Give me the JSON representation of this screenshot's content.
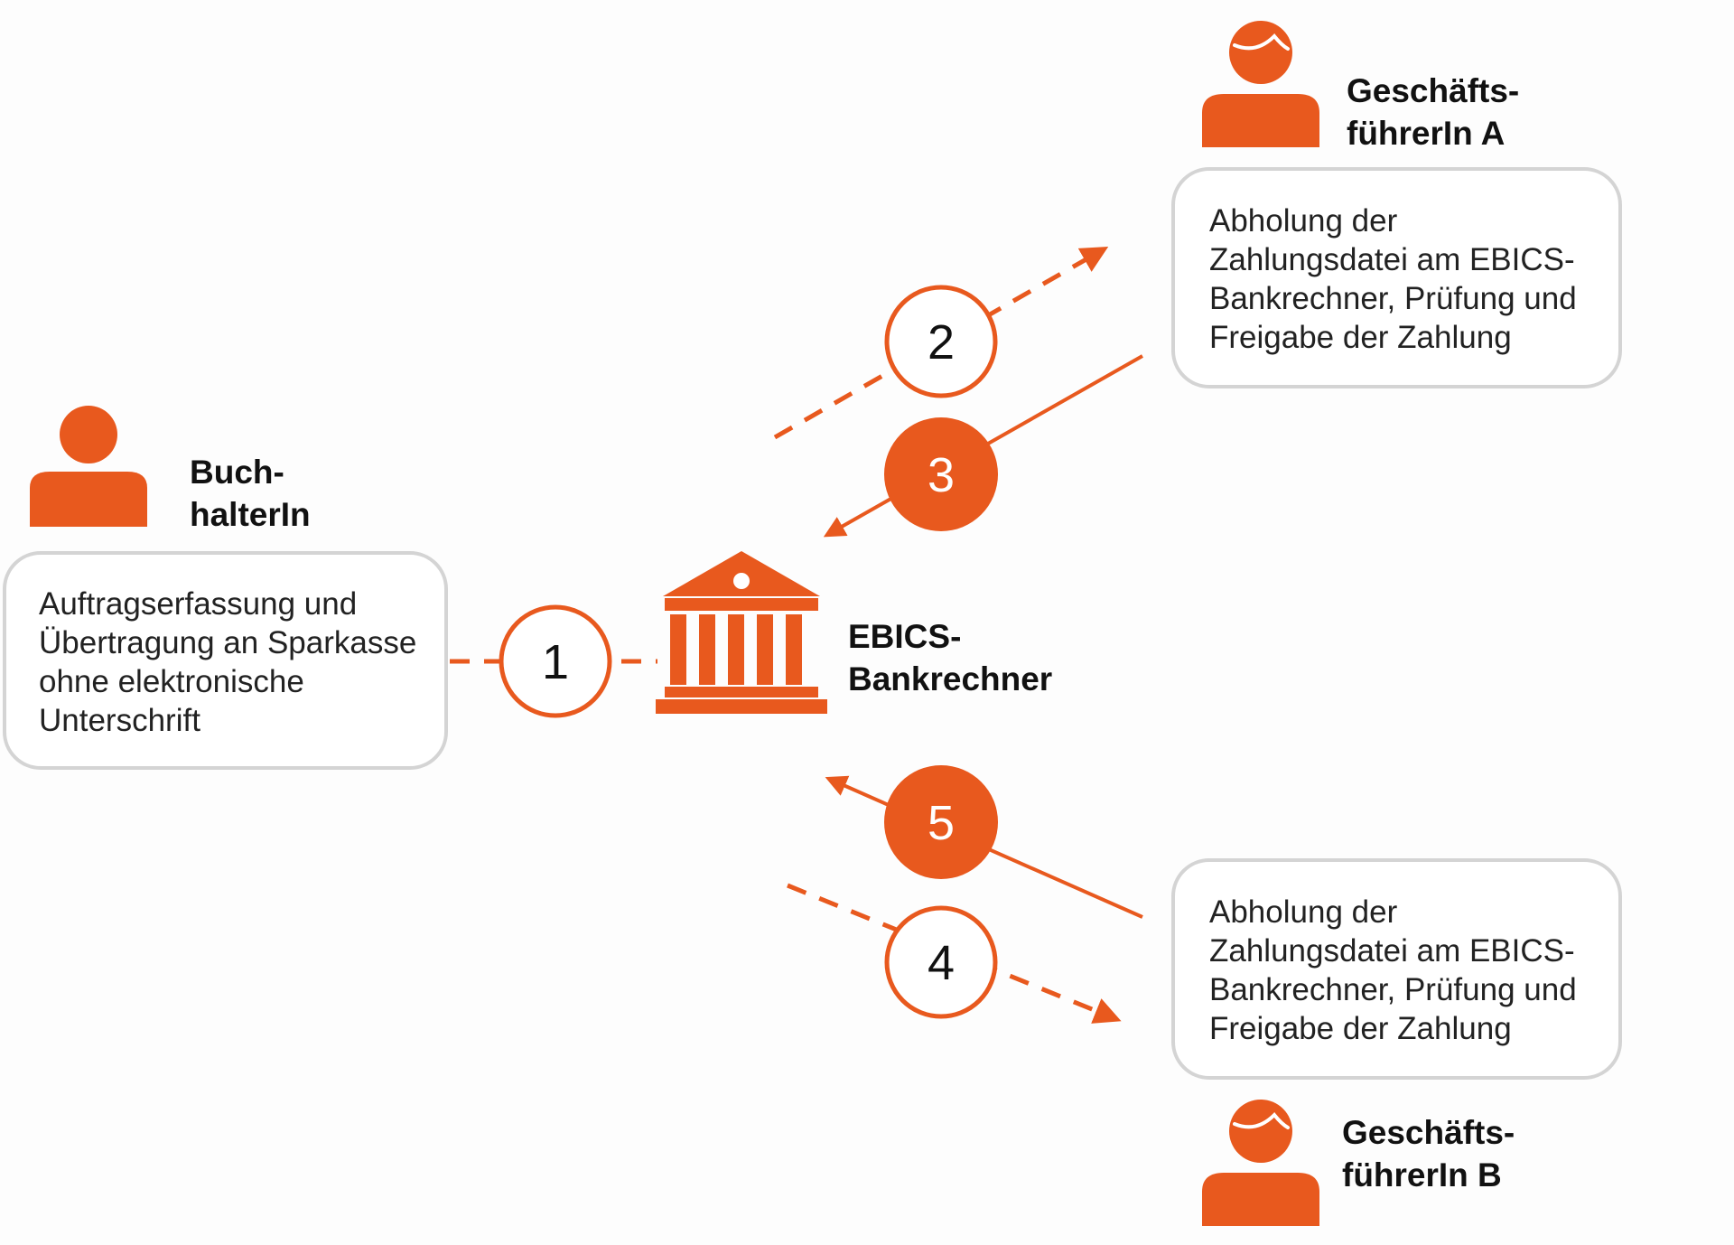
{
  "diagram": {
    "accent_color": "#e8591e",
    "box_border_color": "#d4d4d4",
    "actors": {
      "bookkeeper": {
        "name": "Buch-\nhalterIn",
        "icon": "person-icon"
      },
      "director_a": {
        "name": "Geschäfts-\nführerIn A",
        "icon": "person-icon"
      },
      "director_b": {
        "name": "Geschäfts-\nführerIn B",
        "icon": "person-icon"
      },
      "bank": {
        "name": "EBICS-\nBankrechner",
        "icon": "bank-building-icon"
      }
    },
    "boxes": {
      "bookkeeper_task": "Auftragserfassung und\nÜbertragung an Sparkasse\nohne elektronische\nUnterschrift",
      "director_a_task": "Abholung der\nZahlungsdatei am EBICS-\nBankrechner, Prüfung und\nFreigabe der Zahlung",
      "director_b_task": "Abholung der\nZahlungsdatei am EBICS-\nBankrechner, Prüfung und\nFreigabe der Zahlung"
    },
    "steps": [
      {
        "label": "1",
        "style": "outline",
        "line": "dashed",
        "from": "bookkeeper",
        "to": "bank"
      },
      {
        "label": "2",
        "style": "outline",
        "line": "dashed",
        "from": "bank",
        "to": "director_a"
      },
      {
        "label": "3",
        "style": "filled",
        "line": "solid",
        "from": "director_a",
        "to": "bank"
      },
      {
        "label": "4",
        "style": "outline",
        "line": "dashed",
        "from": "bank",
        "to": "director_b"
      },
      {
        "label": "5",
        "style": "filled",
        "line": "solid",
        "from": "director_b",
        "to": "bank"
      }
    ]
  }
}
